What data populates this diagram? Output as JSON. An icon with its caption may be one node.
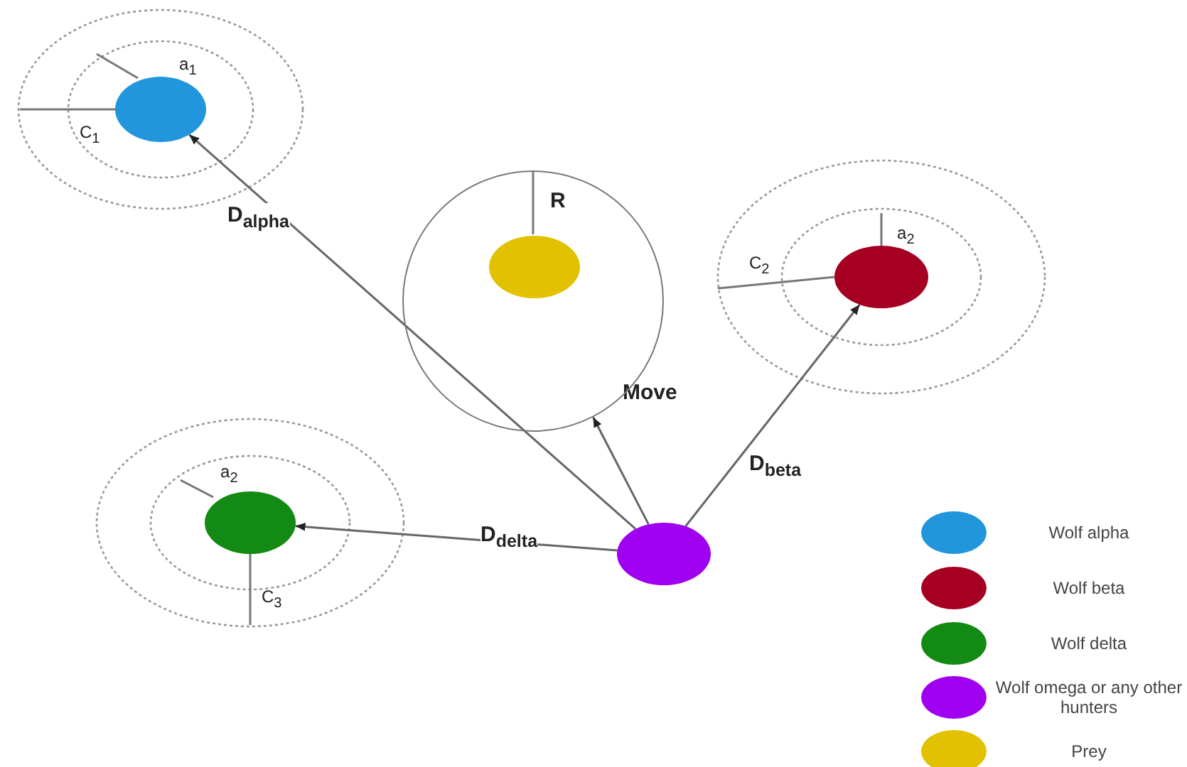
{
  "diagram": {
    "nodes": [
      {
        "text": [],
        "shape": "circle"
      },
      {
        "text": [],
        "shape": "circle"
      },
      {
        "text": [],
        "shape": "circle",
        "in": 1
      },
      {
        "text": [],
        "shape": "circle"
      },
      {
        "text": [],
        "shape": "circle"
      },
      {
        "text": [],
        "shape": "circle"
      }
    ],
    "edges": [
      {
        "from": 5,
        "to": 0,
        "arrow": "to",
        "label": "D$_{alpha}$"
      },
      {
        "from": 5,
        "to": 1,
        "arrow": "to",
        "label": "Move"
      },
      {
        "from": 5,
        "to": 3,
        "arrow": "to",
        "label": "D$_{beta}$"
      },
      {
        "from": 5,
        "to": 4,
        "arrow": "to",
        "label": "D$_{delta}$"
      }
    ],
    "labels": [
      "a$_{1}$",
      "C$_{1}$",
      "R",
      "a$_{2}$",
      "C$_{2}$",
      "a$_{2}$",
      "C$_{3}$"
    ],
    "legend": [
      {
        "text": "Wolf alpha",
        "color": "#2196dc"
      },
      {
        "text": "Wolf beta",
        "color": "#a50021"
      },
      {
        "text": "Wolf delta",
        "color": "#138a13"
      },
      {
        "text": "Wolf omega or any other hunters",
        "color": "#a000f0"
      },
      {
        "text": "Prey",
        "color": "#e2c200"
      }
    ]
  }
}
